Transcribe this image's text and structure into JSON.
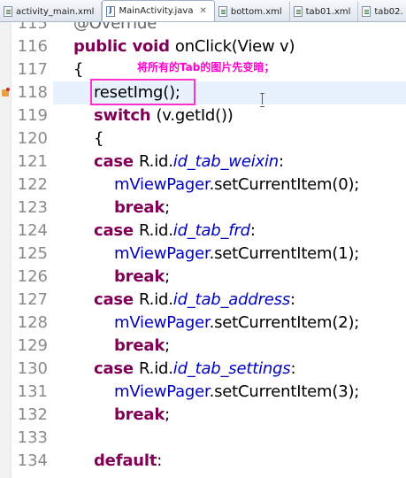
{
  "tabs": [
    {
      "label": "activity_main.xml",
      "icon": "xml-file-icon",
      "active": false
    },
    {
      "label": "MainActivity.java",
      "icon": "java-file-icon",
      "active": true,
      "close": "✕"
    },
    {
      "label": "bottom.xml",
      "icon": "xml-file-icon",
      "active": false
    },
    {
      "label": "tab01.xml",
      "icon": "xml-file-icon",
      "active": false
    },
    {
      "label": "tab02.",
      "icon": "xml-file-icon",
      "active": false
    }
  ],
  "annotation": "将所有的Tab的图片先变暗；",
  "lines": [
    {
      "n": "115",
      "indent": 0,
      "parts": [
        {
          "t": "@Override",
          "c": "anno"
        }
      ]
    },
    {
      "n": "116",
      "indent": 0,
      "parts": [
        {
          "t": "public ",
          "c": "kw"
        },
        {
          "t": "void ",
          "c": "kw"
        },
        {
          "t": "onClick(View v)",
          "c": ""
        }
      ]
    },
    {
      "n": "117",
      "indent": 0,
      "parts": [
        {
          "t": "{",
          "c": ""
        }
      ]
    },
    {
      "n": "118",
      "indent": 1,
      "parts": [
        {
          "t": "resetImg();",
          "c": ""
        }
      ]
    },
    {
      "n": "119",
      "indent": 1,
      "parts": [
        {
          "t": "switch ",
          "c": "kw"
        },
        {
          "t": "(v.getId())",
          "c": ""
        }
      ]
    },
    {
      "n": "120",
      "indent": 1,
      "parts": [
        {
          "t": "{",
          "c": ""
        }
      ]
    },
    {
      "n": "121",
      "indent": 1,
      "parts": [
        {
          "t": "case ",
          "c": "kw"
        },
        {
          "t": "R.id.",
          "c": ""
        },
        {
          "t": "id_tab_weixin",
          "c": "fld"
        },
        {
          "t": ":",
          "c": ""
        }
      ]
    },
    {
      "n": "122",
      "indent": 2,
      "parts": [
        {
          "t": "mViewPager",
          "c": "mth"
        },
        {
          "t": ".setCurrentItem(0);",
          "c": ""
        }
      ]
    },
    {
      "n": "123",
      "indent": 2,
      "parts": [
        {
          "t": "break",
          "c": "kw"
        },
        {
          "t": ";",
          "c": ""
        }
      ]
    },
    {
      "n": "124",
      "indent": 1,
      "parts": [
        {
          "t": "case ",
          "c": "kw"
        },
        {
          "t": "R.id.",
          "c": ""
        },
        {
          "t": "id_tab_frd",
          "c": "fld"
        },
        {
          "t": ":",
          "c": ""
        }
      ]
    },
    {
      "n": "125",
      "indent": 2,
      "parts": [
        {
          "t": "mViewPager",
          "c": "mth"
        },
        {
          "t": ".setCurrentItem(1);",
          "c": ""
        }
      ]
    },
    {
      "n": "126",
      "indent": 2,
      "parts": [
        {
          "t": "break",
          "c": "kw"
        },
        {
          "t": ";",
          "c": ""
        }
      ]
    },
    {
      "n": "127",
      "indent": 1,
      "parts": [
        {
          "t": "case ",
          "c": "kw"
        },
        {
          "t": "R.id.",
          "c": ""
        },
        {
          "t": "id_tab_address",
          "c": "fld"
        },
        {
          "t": ":",
          "c": ""
        }
      ]
    },
    {
      "n": "128",
      "indent": 2,
      "parts": [
        {
          "t": "mViewPager",
          "c": "mth"
        },
        {
          "t": ".setCurrentItem(2);",
          "c": ""
        }
      ]
    },
    {
      "n": "129",
      "indent": 2,
      "parts": [
        {
          "t": "break",
          "c": "kw"
        },
        {
          "t": ";",
          "c": ""
        }
      ]
    },
    {
      "n": "130",
      "indent": 1,
      "parts": [
        {
          "t": "case ",
          "c": "kw"
        },
        {
          "t": "R.id.",
          "c": ""
        },
        {
          "t": "id_tab_settings",
          "c": "fld"
        },
        {
          "t": ":",
          "c": ""
        }
      ]
    },
    {
      "n": "131",
      "indent": 2,
      "parts": [
        {
          "t": "mViewPager",
          "c": "mth"
        },
        {
          "t": ".setCurrentItem(3);",
          "c": ""
        }
      ]
    },
    {
      "n": "132",
      "indent": 2,
      "parts": [
        {
          "t": "break",
          "c": "kw"
        },
        {
          "t": ";",
          "c": ""
        }
      ]
    },
    {
      "n": "133",
      "indent": 0,
      "parts": []
    },
    {
      "n": "134",
      "indent": 1,
      "parts": [
        {
          "t": "default",
          "c": "kw"
        },
        {
          "t": ":",
          "c": ""
        }
      ]
    }
  ],
  "colors": {
    "keyword": "#7f0055",
    "field": "#0000c0",
    "annotation": "#ff00cc",
    "highlight_box": "#ff33cc"
  }
}
